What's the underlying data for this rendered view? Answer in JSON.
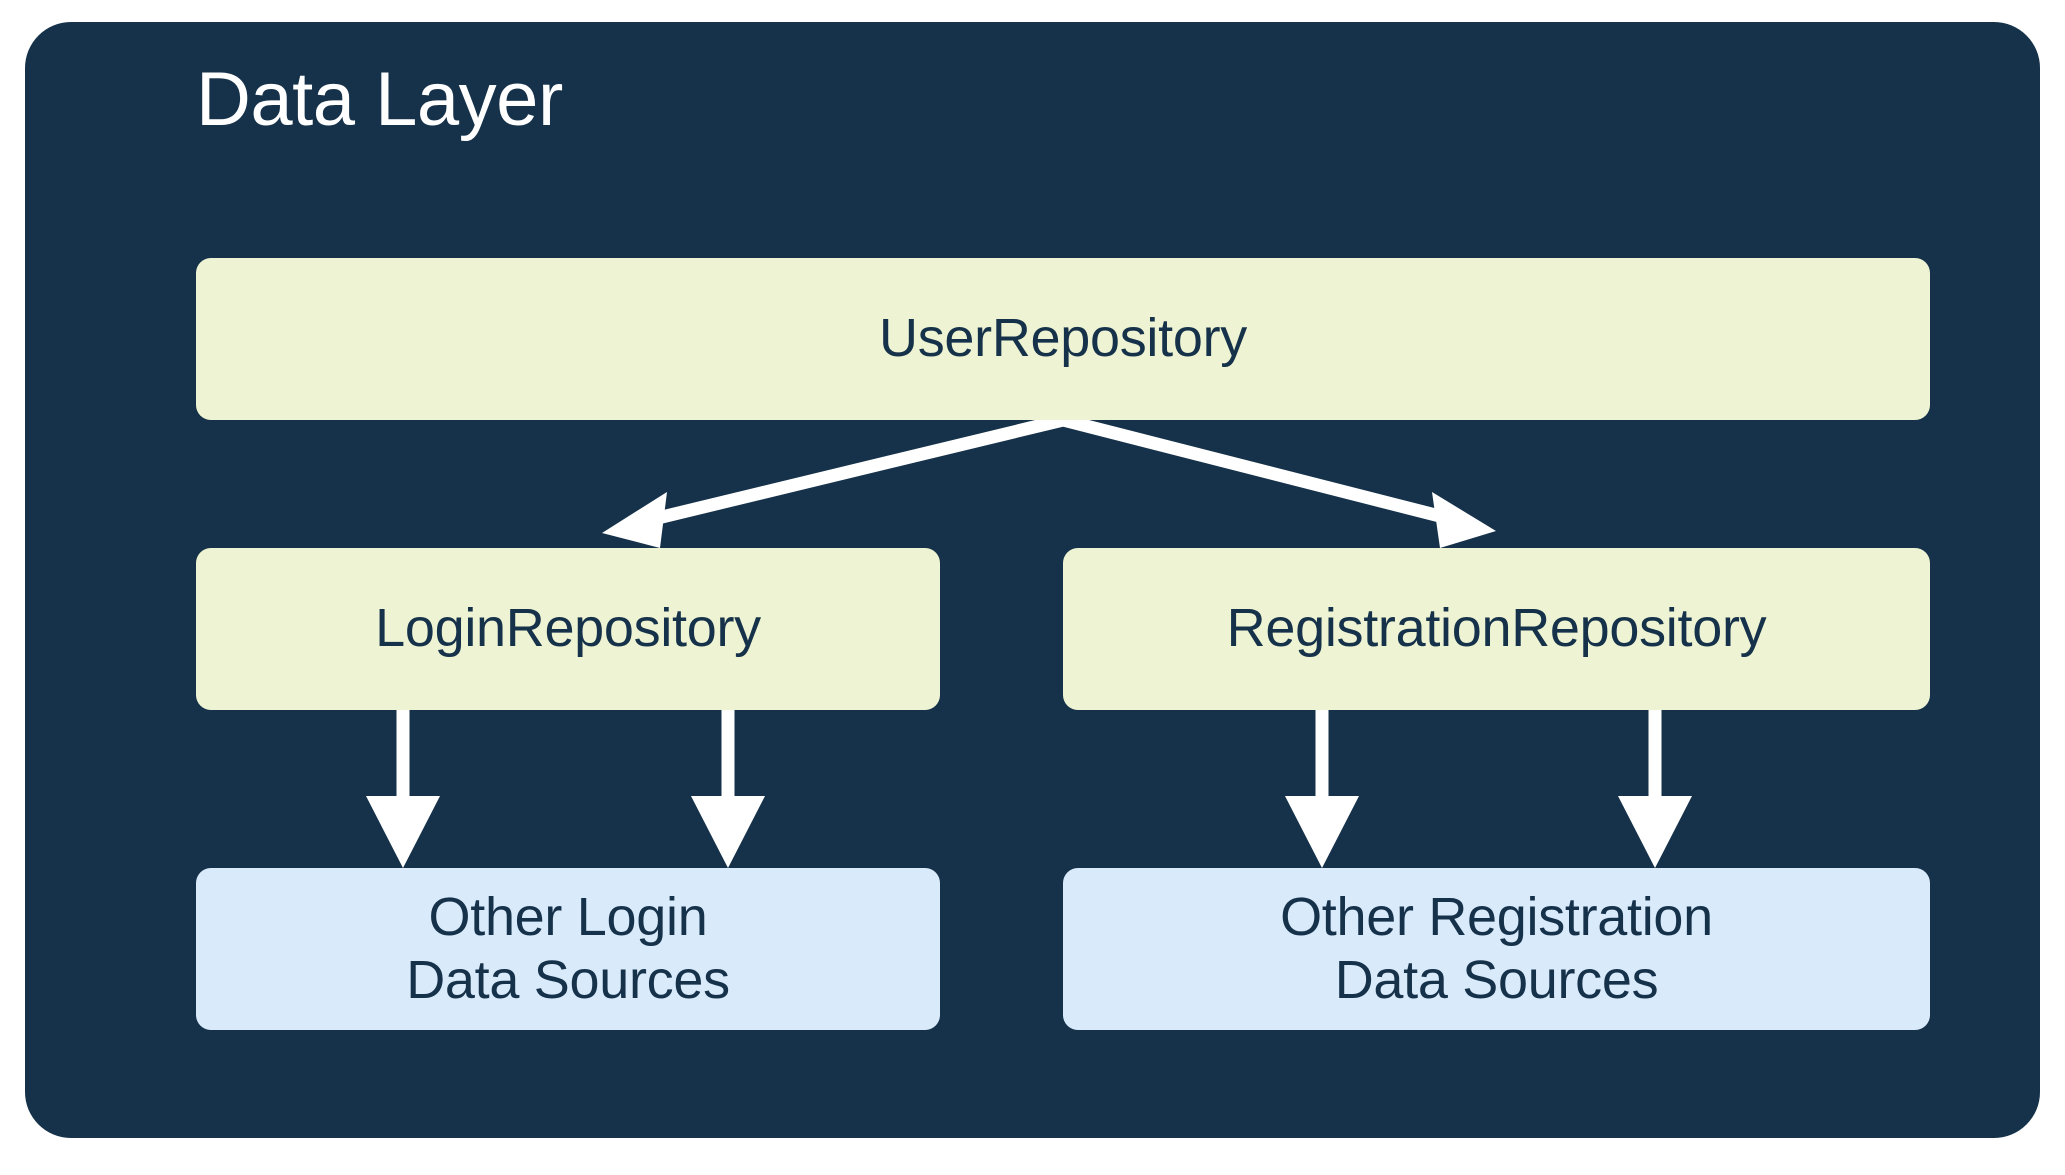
{
  "panel": {
    "title": "Data Layer",
    "background_color": "#16324a",
    "title_color": "#ffffff"
  },
  "colors": {
    "canvas_background": "#ffffff",
    "panel_background": "#16324a",
    "repository_box": "#eef4d3",
    "data_source_box": "#d9eafb",
    "node_text": "#16324a",
    "connector": "#ffffff"
  },
  "nodes": {
    "user_repository": {
      "label": "UserRepository",
      "kind": "repository",
      "fill": "#eef4d3"
    },
    "login_repository": {
      "label": "LoginRepository",
      "kind": "repository",
      "fill": "#eef4d3"
    },
    "registration_repository": {
      "label": "RegistrationRepository",
      "kind": "repository",
      "fill": "#eef4d3"
    },
    "other_login_sources": {
      "label_line1": "Other Login",
      "label_line2": "Data Sources",
      "kind": "data-source",
      "fill": "#d9eafb"
    },
    "other_registration_sources": {
      "label_line1": "Other Registration",
      "label_line2": "Data Sources",
      "kind": "data-source",
      "fill": "#d9eafb"
    }
  },
  "connectors": [
    {
      "name": "user-repository-to-login-repository",
      "from": "user_repository",
      "to": "login_repository",
      "style": "diagonal-arrow"
    },
    {
      "name": "user-repository-to-registration-repository",
      "from": "user_repository",
      "to": "registration_repository",
      "style": "diagonal-arrow"
    },
    {
      "name": "login-repository-to-other-login-left",
      "from": "login_repository",
      "to": "other_login_sources",
      "style": "vertical-arrow"
    },
    {
      "name": "login-repository-to-other-login-right",
      "from": "login_repository",
      "to": "other_login_sources",
      "style": "vertical-arrow"
    },
    {
      "name": "registration-repository-to-other-reg-left",
      "from": "registration_repository",
      "to": "other_registration_sources",
      "style": "vertical-arrow"
    },
    {
      "name": "registration-repository-to-other-reg-right",
      "from": "registration_repository",
      "to": "other_registration_sources",
      "style": "vertical-arrow"
    }
  ]
}
